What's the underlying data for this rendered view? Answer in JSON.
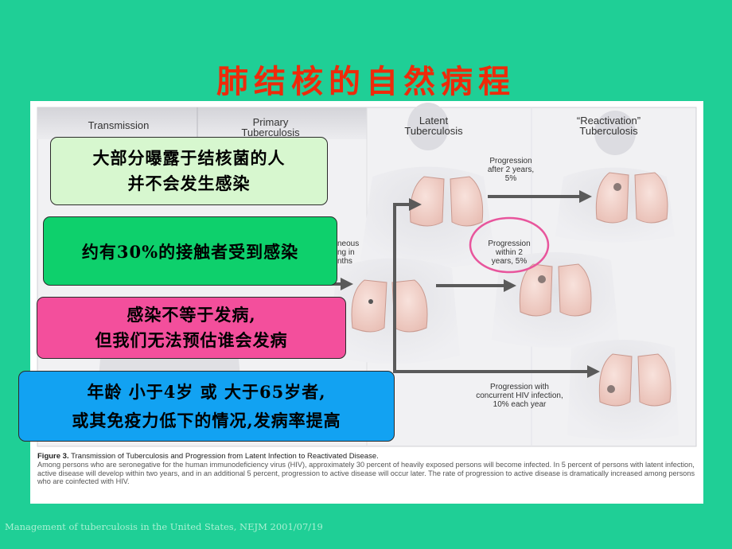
{
  "title": "肺结核的自然病程",
  "figure": {
    "stages": {
      "transmission": "Transmission",
      "primary_1": "Primary",
      "primary_2": "Tuberculosis",
      "latent_1": "Latent",
      "latent_2": "Tuberculosis",
      "reactivation_1": "“Reactivation”",
      "reactivation_2": "Tuberculosis"
    },
    "progression_after": [
      "Progression",
      "after 2 years,",
      "5%"
    ],
    "progression_within": [
      "Progression",
      "within 2",
      "years, 5%"
    ],
    "progression_hiv": [
      "Progression with",
      "concurrent HIV infection,",
      "10% each year"
    ],
    "partial_left": [
      "neous",
      "ng in",
      "nths"
    ],
    "caption_head": "Figure 3.",
    "caption_title": "Transmission of Tuberculosis and Progression from Latent Infection to Reactivated Disease.",
    "caption_body": "Among persons who are seronegative for the human immunodeficiency virus (HIV), approximately 30 percent of heavily exposed persons will become infected. In 5 percent of persons with latent infection, active disease will develop within two years, and in an additional 5 percent, progression to active disease will occur later. The rate of progression to active disease is dramatically increased among persons who are coinfected with HIV."
  },
  "callouts": {
    "c1_line1": "大部分曝露于结核菌的人",
    "c1_line2": "并不会发生感染",
    "c2": "约有30%的接触者受到感染",
    "c3_line1": "感染不等于发病,",
    "c3_line2": "但我们无法预估谁会发病",
    "c4_line1": "年龄 小于4岁 或 大于65岁者,",
    "c4_line2": "或其免疫力低下的情况,发病率提高"
  },
  "footer": "Management of tuberculosis in the United States, NEJM 2001/07/19",
  "colors": {
    "background": "#1fcf96",
    "title": "#ee2a0a",
    "callout1": "#d7f7cf",
    "callout2": "#0ed06c",
    "callout3": "#f34f9c",
    "callout4": "#12a2f2",
    "highlight_circle": "#e8559c"
  }
}
